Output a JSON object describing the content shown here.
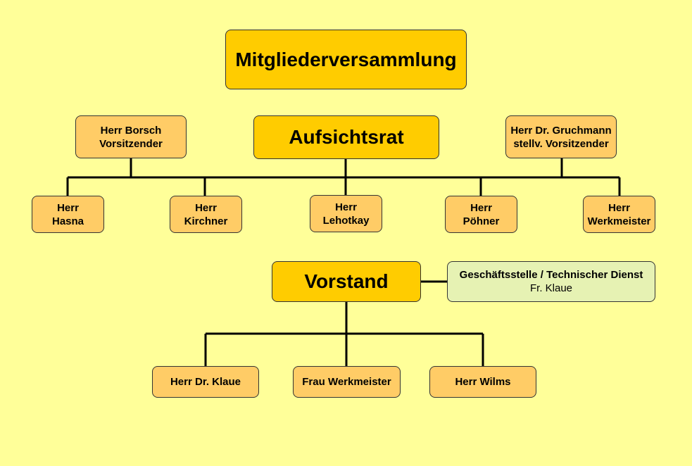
{
  "nodes": {
    "mitglieder": {
      "label": "Mitgliederversammlung"
    },
    "aufsichtsrat": {
      "label": "Aufsichtsrat"
    },
    "borsch": {
      "line1": "Herr Borsch",
      "line2": "Vorsitzender"
    },
    "gruchmann": {
      "line1": "Herr Dr. Gruchmann",
      "line2": "stellv. Vorsitzender"
    },
    "hasna": {
      "line1": "Herr",
      "line2": "Hasna"
    },
    "kirchner": {
      "line1": "Herr",
      "line2": "Kirchner"
    },
    "lehotkay": {
      "line1": "Herr",
      "line2": "Lehotkay"
    },
    "poehner": {
      "line1": "Herr",
      "line2": "Pöhner"
    },
    "werkmeister": {
      "line1": "Herr",
      "line2": "Werkmeister"
    },
    "vorstand": {
      "label": "Vorstand"
    },
    "geschaeftsstelle": {
      "line1": "Geschäftsstelle / Technischer Dienst",
      "line2": "Fr. Klaue"
    },
    "klaue": {
      "label": "Herr Dr. Klaue"
    },
    "frau_werkmeister": {
      "label": "Frau Werkmeister"
    },
    "wilms": {
      "label": "Herr Wilms"
    }
  },
  "colors": {
    "background": "#ffff99",
    "primary_box": "#ffcc00",
    "member_box": "#ffcc66",
    "office_box": "#e6f2b3",
    "connector": "#000000"
  }
}
